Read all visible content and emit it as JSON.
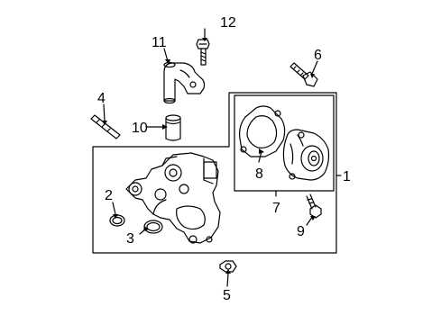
{
  "diagram": {
    "callouts": {
      "c1": "1",
      "c2": "2",
      "c3": "3",
      "c4": "4",
      "c5": "5",
      "c6": "6",
      "c7": "7",
      "c8": "8",
      "c9": "9",
      "c10": "10",
      "c11": "11",
      "c12": "12"
    },
    "colors": {
      "line": "#000000",
      "background": "#ffffff"
    }
  }
}
